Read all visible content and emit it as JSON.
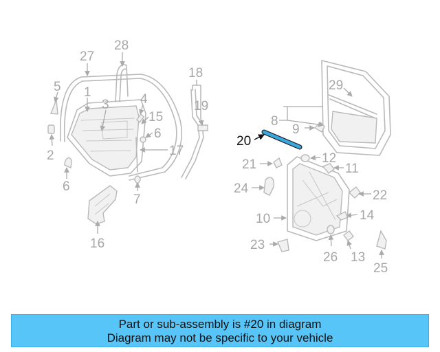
{
  "diagram": {
    "callouts": [
      "1",
      "2",
      "3",
      "4",
      "5",
      "6",
      "6",
      "7",
      "8",
      "9",
      "10",
      "11",
      "12",
      "13",
      "14",
      "15",
      "16",
      "17",
      "18",
      "19",
      "20",
      "21",
      "22",
      "23",
      "24",
      "25",
      "26",
      "27",
      "28",
      "29"
    ],
    "highlighted_callout": "20",
    "colors": {
      "highlight_part": "#3aa8e0",
      "callout_gray": "#a7a7a7",
      "banner": "#57c5f7"
    }
  },
  "banner": {
    "line1": "Part or sub-assembly is #20 in diagram",
    "line2": "Diagram may not be specific to your vehicle"
  }
}
